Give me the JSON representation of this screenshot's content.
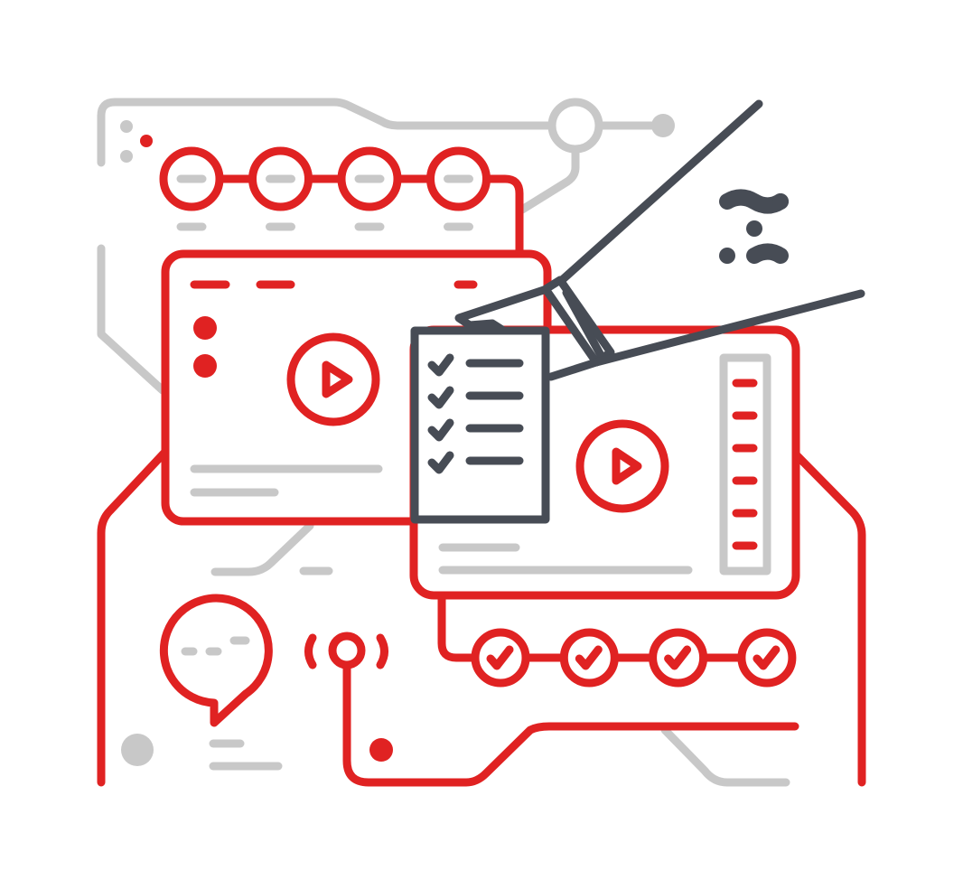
{
  "colors": {
    "accent": "#e02222",
    "ink": "#474c55",
    "muted": "#c8c8c8",
    "background": "#ffffff"
  },
  "icons": [
    "video-window-icon",
    "play-button-icon",
    "checklist-clipboard-icon",
    "hand-icon",
    "check-circle-icon",
    "chat-bubble-icon",
    "broadcast-signal-icon",
    "circuit-line-icon"
  ],
  "checklist": {
    "checked_items": 4
  },
  "video_players": {
    "count": 2
  },
  "top_nodes": {
    "count": 4
  },
  "check_nodes": {
    "count": 4
  },
  "side_panel": {
    "rows": 6
  }
}
